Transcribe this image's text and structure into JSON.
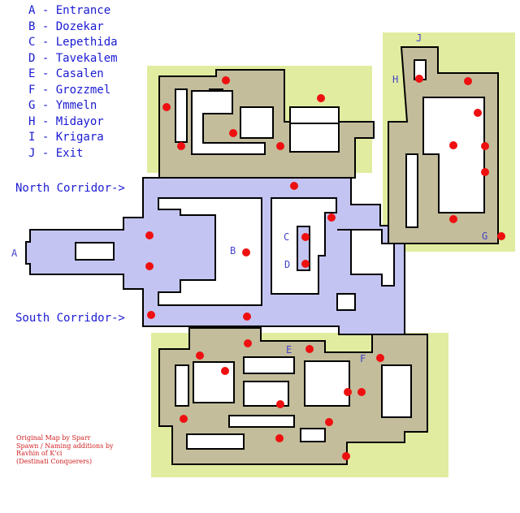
{
  "legend": [
    "A - Entrance",
    "B - Dozekar",
    "C - Lepethida",
    "D - Tavekalem",
    "E - Casalen",
    "F - Grozzmel",
    "G - Ymmeln",
    "H - Midayor",
    "I - Krigara",
    "J - Exit"
  ],
  "corridors": {
    "north": "North Corridor->",
    "south": "South Corridor->"
  },
  "markers": {
    "a": "A",
    "b": "B",
    "c": "C",
    "d": "D",
    "e": "E",
    "f": "F",
    "g": "G",
    "h": "H",
    "j": "J"
  },
  "credits": [
    "Original Map by Sparr",
    "Spawn / Naming additions by",
    "Ravhin of K'ci",
    "(Destinati Conquerers)"
  ],
  "colors": {
    "zone_fill": "#e2eca0",
    "corridor_fill": "#c4c4f2",
    "room_fill": "#c3bd9b",
    "wall": "#000000",
    "spawn_dot": "#ee1010",
    "label_text": "#1a1ad2"
  }
}
